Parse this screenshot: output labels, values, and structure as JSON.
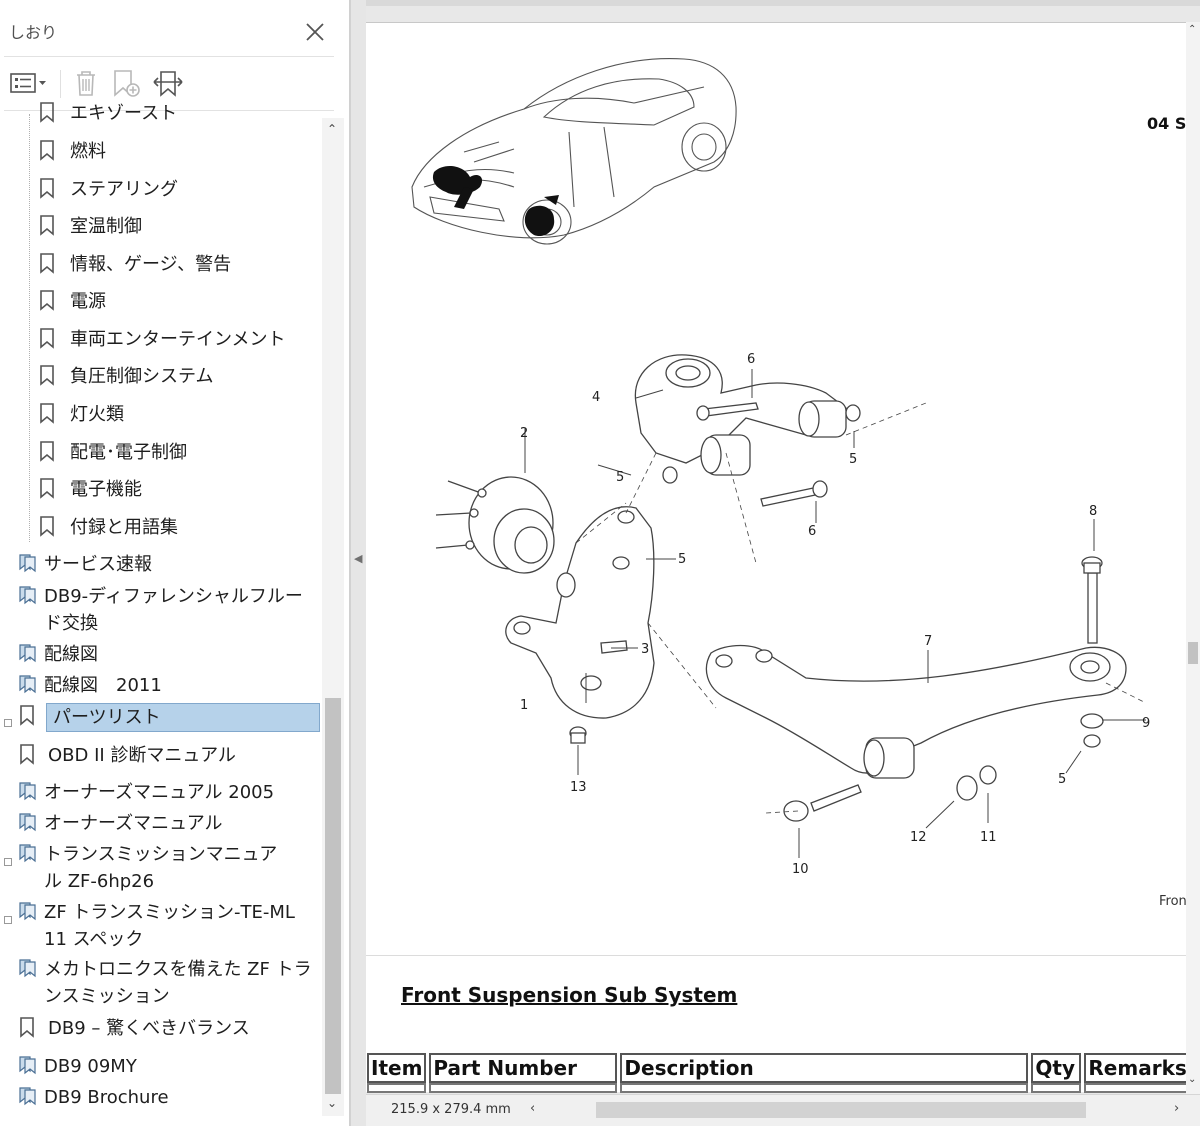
{
  "bookmarks_panel": {
    "title": "しおり",
    "items": [
      {
        "label": "エキゾースト",
        "level": 2
      },
      {
        "label": "燃料",
        "level": 2
      },
      {
        "label": "ステアリング",
        "level": 2
      },
      {
        "label": "室温制御",
        "level": 2
      },
      {
        "label": "情報、ゲージ、警告",
        "level": 2
      },
      {
        "label": "電源",
        "level": 2
      },
      {
        "label": "車両エンターテインメント",
        "level": 2
      },
      {
        "label": "負圧制御システム",
        "level": 2
      },
      {
        "label": "灯火類",
        "level": 2
      },
      {
        "label": "配電･電子制御",
        "level": 2
      },
      {
        "label": "電子機能",
        "level": 2
      },
      {
        "label": "付録と用語集",
        "level": 2
      },
      {
        "label": "サービス速報",
        "level": 1
      },
      {
        "label": "DB9-ディファレンシャルフルード交換",
        "level": 1
      },
      {
        "label": "配線図",
        "level": 1
      },
      {
        "label": "配線図　2011",
        "level": 1
      },
      {
        "label": "パーツリスト",
        "level": 1,
        "selected": true
      },
      {
        "label": "OBD II 診断マニュアル",
        "level": 1
      },
      {
        "label": "オーナーズマニュアル 2005",
        "level": 1
      },
      {
        "label": "オーナーズマニュアル",
        "level": 1
      },
      {
        "label": "トランスミッションマニュアル ZF-6hp26",
        "level": 1
      },
      {
        "label": "ZF トランスミッション-TE-ML 11 スペック",
        "level": 1
      },
      {
        "label": "メカトロニクスを備えた ZF トランスミッション",
        "level": 1
      },
      {
        "label": "DB9 – 驚くべきバランス",
        "level": 1
      },
      {
        "label": "DB9 09MY",
        "level": 1
      },
      {
        "label": "DB9 Brochure",
        "level": 1
      }
    ]
  },
  "document": {
    "section_code": "04 S",
    "figure_caption": "Fron",
    "heading": "Front Suspension Sub System",
    "callouts": [
      "1",
      "2",
      "3",
      "4",
      "5",
      "5",
      "5",
      "5",
      "6",
      "6",
      "7",
      "8",
      "9",
      "10",
      "11",
      "12",
      "13"
    ],
    "table_headers": {
      "item": "Item",
      "part_number": "Part Number",
      "description": "Description",
      "qty": "Qty",
      "remarks": "Remarks"
    }
  },
  "status_bar": {
    "page_size": "215.9 x 279.4 mm"
  }
}
